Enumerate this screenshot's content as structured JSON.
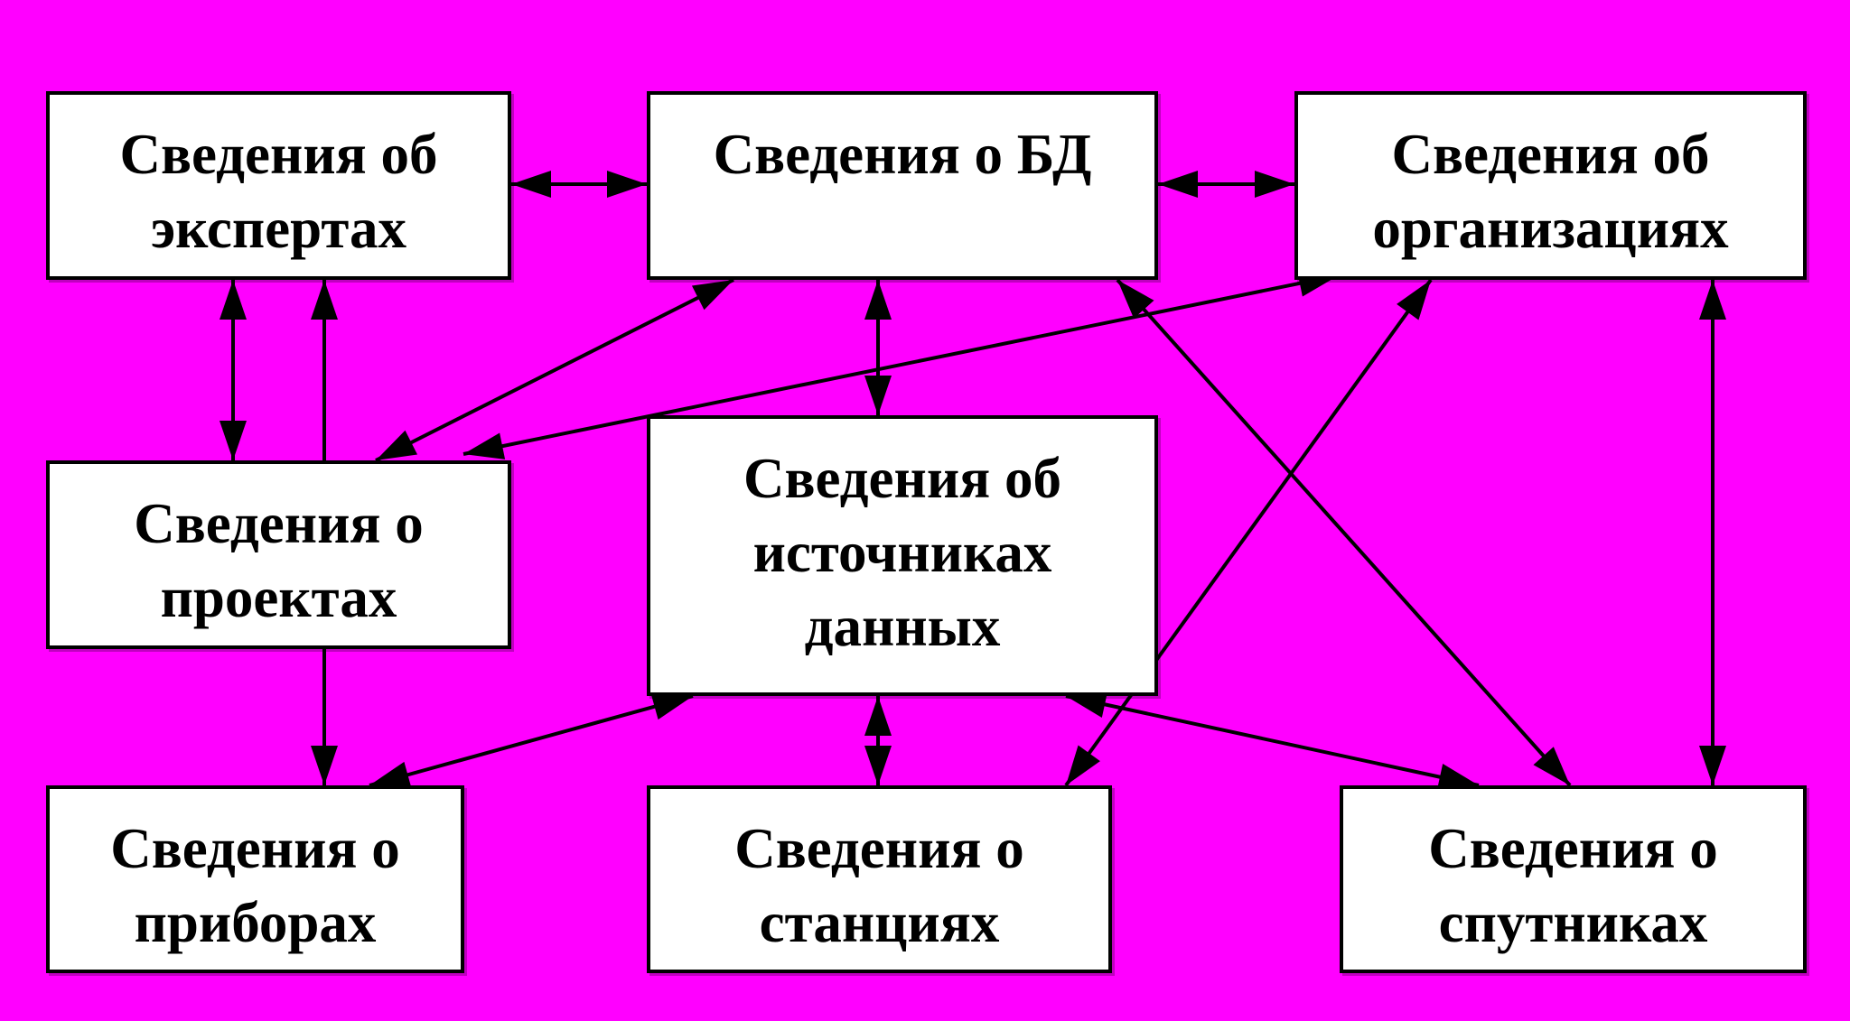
{
  "diagram": {
    "background_color": "#ff00ff",
    "box_fill": "#ffffff",
    "line_color": "#000000",
    "boxes": {
      "experts": {
        "lines": [
          "Сведения об",
          "экспертах"
        ]
      },
      "db": {
        "lines": [
          "Сведения о БД"
        ]
      },
      "orgs": {
        "lines": [
          "Сведения об",
          "организациях"
        ]
      },
      "projects": {
        "lines": [
          "Сведения о",
          "проектах"
        ]
      },
      "sources": {
        "lines": [
          "Сведения об",
          "источниках",
          "данных"
        ]
      },
      "devices": {
        "lines": [
          "Сведения о",
          "приборах"
        ]
      },
      "stations": {
        "lines": [
          "Сведения о",
          "станциях"
        ]
      },
      "satellites": {
        "lines": [
          "Сведения о",
          "спутниках"
        ]
      }
    },
    "connections": [
      {
        "from": "experts",
        "to": "db",
        "arrows": "both"
      },
      {
        "from": "db",
        "to": "orgs",
        "arrows": "both"
      },
      {
        "from": "experts",
        "to": "projects",
        "arrows": "both"
      },
      {
        "from": "projects",
        "to": "experts",
        "arrows": "end"
      },
      {
        "from": "db",
        "to": "projects",
        "arrows": "both"
      },
      {
        "from": "orgs",
        "to": "projects",
        "arrows": "both"
      },
      {
        "from": "db",
        "to": "sources",
        "arrows": "both"
      },
      {
        "from": "db",
        "to": "satellites",
        "arrows": "both"
      },
      {
        "from": "orgs",
        "to": "stations",
        "arrows": "both"
      },
      {
        "from": "orgs",
        "to": "satellites",
        "arrows": "both"
      },
      {
        "from": "projects",
        "to": "devices",
        "arrows": "end"
      },
      {
        "from": "sources",
        "to": "devices",
        "arrows": "both"
      },
      {
        "from": "sources",
        "to": "stations",
        "arrows": "both"
      },
      {
        "from": "sources",
        "to": "satellites",
        "arrows": "both"
      }
    ]
  }
}
